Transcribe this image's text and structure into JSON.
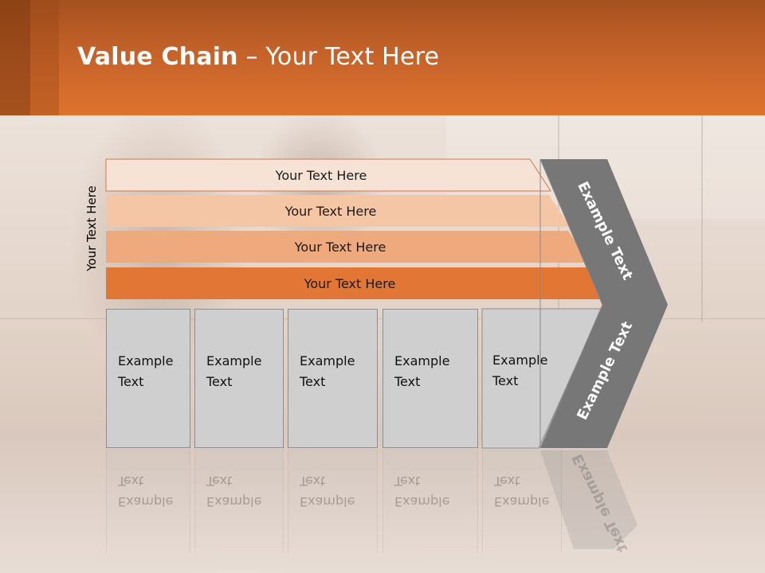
{
  "slide": {
    "title_bold": "Value Chain",
    "title_rest": " – Your Text Here",
    "vertical_label": "Your Text Here"
  },
  "bars": [
    {
      "label": "Your Text Here",
      "color": "#f7e3d6"
    },
    {
      "label": "Your Text Here",
      "color": "#f5c6a6"
    },
    {
      "label": "Your Text Here",
      "color": "#eea97d"
    },
    {
      "label": "Your Text Here",
      "color": "#e27634"
    }
  ],
  "boxes": [
    {
      "line1": "Example",
      "line2": "Text"
    },
    {
      "line1": "Example",
      "line2": "Text"
    },
    {
      "line1": "Example",
      "line2": "Text"
    },
    {
      "line1": "Example",
      "line2": "Text"
    },
    {
      "line1": "Example",
      "line2": "Text"
    }
  ],
  "chevron": {
    "upper_text": "Example Text",
    "lower_text": "Example Text",
    "color": "#777777"
  },
  "colors": {
    "header": "#de732f",
    "box_fill": "#cfcfcf"
  }
}
